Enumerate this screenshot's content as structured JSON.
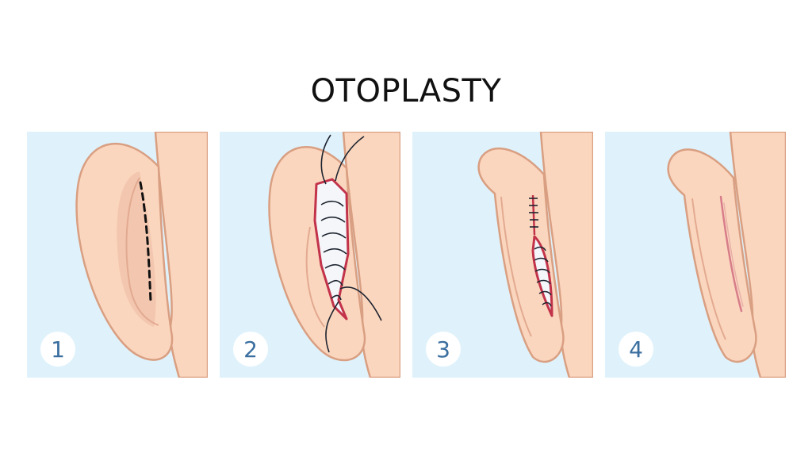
{
  "title": "OTOPLASTY",
  "colors": {
    "background": "#ffffff",
    "panel_bg": "#dff2fb",
    "skin": "#fbd6be",
    "skin_outline": "#d99f82",
    "skin_shadow": "#ecbaa2",
    "incision": "#c2334a",
    "exposed_tissue": "#f4f6fa",
    "suture": "#1e2430",
    "step_number": "#3b6fa0"
  },
  "steps": [
    {
      "number": "1",
      "icon": "dashed-incision-line"
    },
    {
      "number": "2",
      "icon": "open-incision-with-sutures"
    },
    {
      "number": "3",
      "icon": "partially-sutured-incision"
    },
    {
      "number": "4",
      "icon": "healed-incision-scar"
    }
  ]
}
